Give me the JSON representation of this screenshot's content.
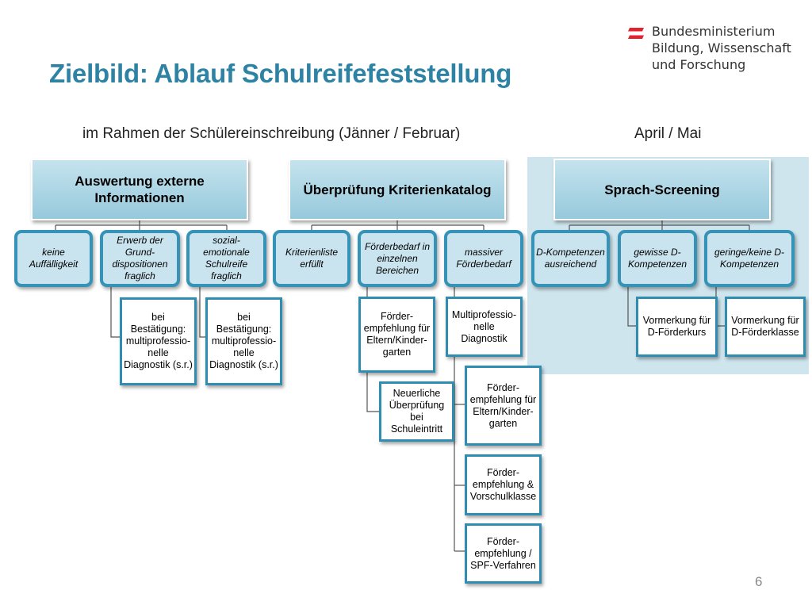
{
  "title": "Zielbild: Ablauf Schulreifefeststellung",
  "logo": {
    "line1": "Bundesministerium",
    "line2": "Bildung, Wissenschaft",
    "line3": "und Forschung",
    "flag_red": "#e3222f"
  },
  "sections": {
    "left_label": "im Rahmen der Schülereinschreibung (Jänner / Februar)",
    "right_label": "April / Mai"
  },
  "groups": {
    "extern": {
      "head": "Auswertung externe Informationen",
      "keine": "keine Auffälligkeit",
      "erwerb": "Erwerb der Grund-dispositionen fraglich",
      "sozial": "sozial-emotionale Schulreife fraglich",
      "erwerb_leaf": "bei Bestätigung: multiprofessio-nelle Diagnostik (s.r.)",
      "sozial_leaf": "bei Bestätigung: multiprofessio-nelle Diagnostik (s.r.)"
    },
    "kriterien": {
      "head": "Überprüfung Kriterienkatalog",
      "erfuellt": "Kriterienliste erfüllt",
      "einzeln": "Förderbedarf in einzelnen Bereichen",
      "massiv": "massiver Förderbedarf",
      "einzeln_leaf1": "Förder-empfehlung für Eltern/Kinder-garten",
      "einzeln_leaf2": "Neuerliche Überprüfung bei Schuleintritt",
      "massiv_leaf1": "Multiprofessio-nelle Diagnostik",
      "massiv_leaf2": "Förder-empfehlung für Eltern/Kinder-garten",
      "massiv_leaf3": "Förder-empfehlung & Vorschulklasse",
      "massiv_leaf4": "Förder-empfehlung  / SPF-Verfahren"
    },
    "sprach": {
      "head": "Sprach-Screening",
      "ausreichend": "D-Kompetenzen ausreichend",
      "gewisse": "gewisse D-Kompetenzen",
      "geringe": "geringe/keine D-Kompetenzen",
      "gewisse_leaf": "Vormerkung für D-Förderkurs",
      "geringe_leaf": "Vormerkung für D-Förderklasse"
    }
  },
  "page_number": "6",
  "colors": {
    "title": "#2e83a5",
    "node_border": "#3593b8",
    "node_fill": "#c9e4ee",
    "screening_bg": "#cfe5ee"
  }
}
